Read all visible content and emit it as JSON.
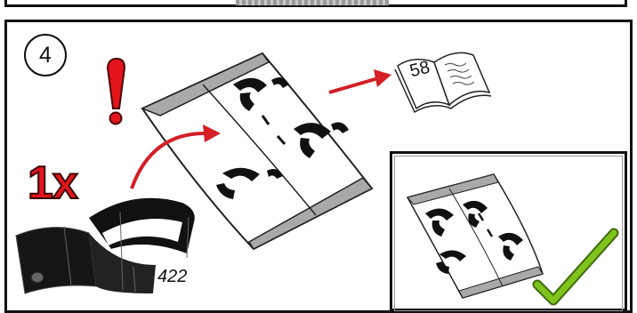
{
  "step": {
    "number": "4"
  },
  "quantity": "1x",
  "part": {
    "number": "422"
  },
  "manual_reference": {
    "page": "58"
  },
  "colors": {
    "warning": "#e4141b",
    "check": "#7fc31c",
    "arrow": "#d41f26"
  }
}
